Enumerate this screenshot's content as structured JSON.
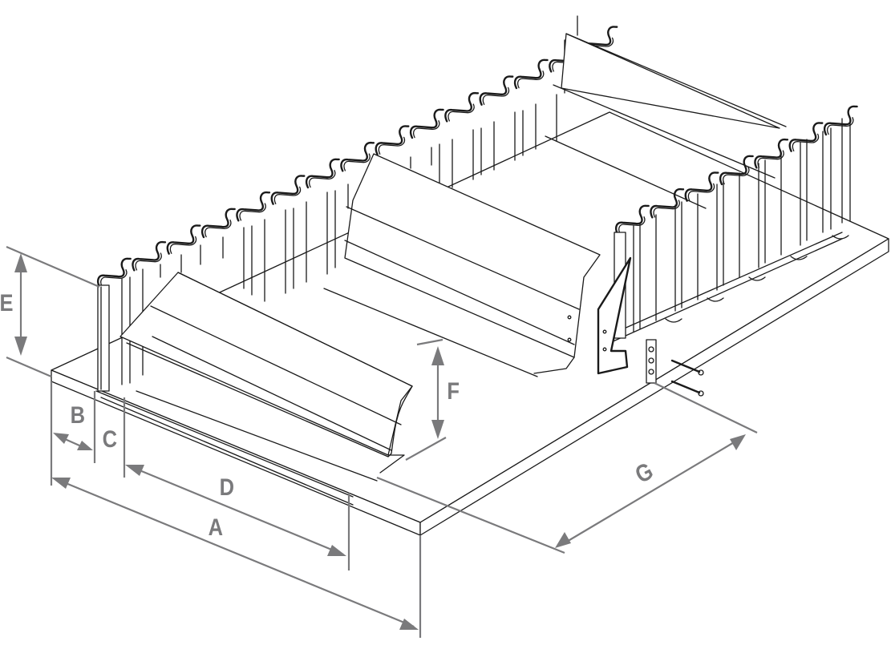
{
  "diagram": {
    "subject": "Sidewall conveyor belt with corrugated sidewalls and cleats",
    "colors": {
      "line": "#1a1a1a",
      "dimension": "#7a7a7c",
      "background": "#ffffff"
    },
    "dimension_labels": {
      "A": "A",
      "B": "B",
      "C": "C",
      "D": "D",
      "E": "E",
      "F": "F",
      "G": "G"
    },
    "components": [
      "base-belt",
      "corrugated-sidewall-left",
      "corrugated-sidewall-right",
      "cleat",
      "splice-plate",
      "fastening-bolts"
    ]
  }
}
